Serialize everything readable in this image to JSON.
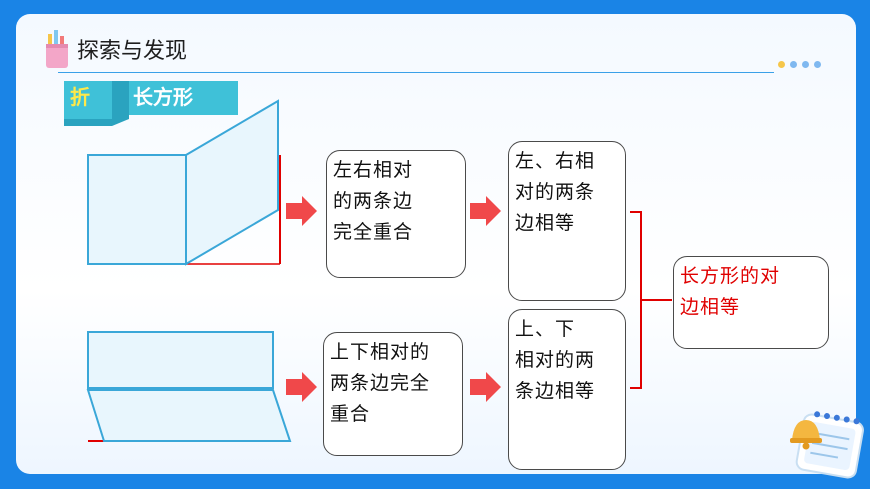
{
  "header": {
    "title": "探索与发现"
  },
  "fold_tag": {
    "action": "折",
    "shape": "长方形"
  },
  "flow_top": {
    "step1": [
      "左右相对",
      "的两条边",
      "完全重合"
    ],
    "step2": [
      "左、右相",
      "对的两条",
      "边相等"
    ]
  },
  "flow_bottom": {
    "step1": [
      "上下相对的",
      "两条边完全",
      "重合"
    ],
    "step2": [
      "上、下",
      "相对的两",
      "条边相等"
    ]
  },
  "conclusion": [
    "长方形的对",
    "边相等"
  ],
  "colors": {
    "background": "#1a84e6",
    "accent_blue": "#3aa0e8",
    "arrow_red": "#f0484a",
    "conclusion_red": "#e00000",
    "tag_teal": "#3fc1d8"
  },
  "icons": {
    "header": "pencil-cup-icon",
    "corner": "bell-notepad-icon"
  }
}
